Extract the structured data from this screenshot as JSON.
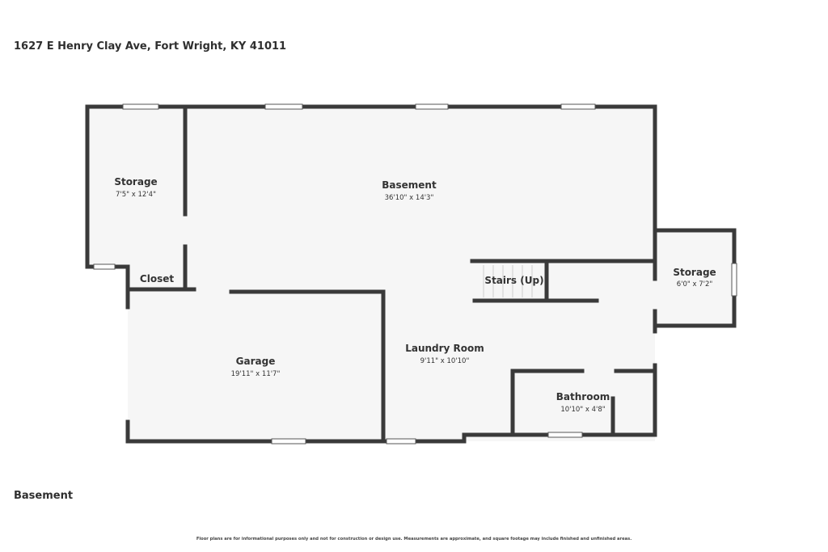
{
  "header": {
    "address": "1627 E Henry Clay Ave, Fort Wright, KY 41011"
  },
  "floor": {
    "name": "Basement"
  },
  "rooms": [
    {
      "name": "Storage",
      "dims": "7'5\" x 12'4\""
    },
    {
      "name": "Basement",
      "dims": "36'10\" x 14'3\""
    },
    {
      "name": "Closet",
      "dims": ""
    },
    {
      "name": "Stairs (Up)",
      "dims": ""
    },
    {
      "name": "Storage",
      "dims": "6'0\" x 7'2\""
    },
    {
      "name": "Garage",
      "dims": "19'11\" x 11'7\""
    },
    {
      "name": "Laundry Room",
      "dims": "9'11\" x 10'10\""
    },
    {
      "name": "Bathroom",
      "dims": "10'10\" x 4'8\""
    }
  ],
  "footer": {
    "disclaimer": "Floor plans are for informational purposes only and not for construction or design use. Measurements are approximate, and square footage may include finished and unfinished areas."
  },
  "colors": {
    "wall": "#3a3a3a",
    "floor": "#f6f6f6",
    "window": "#ffffff"
  }
}
